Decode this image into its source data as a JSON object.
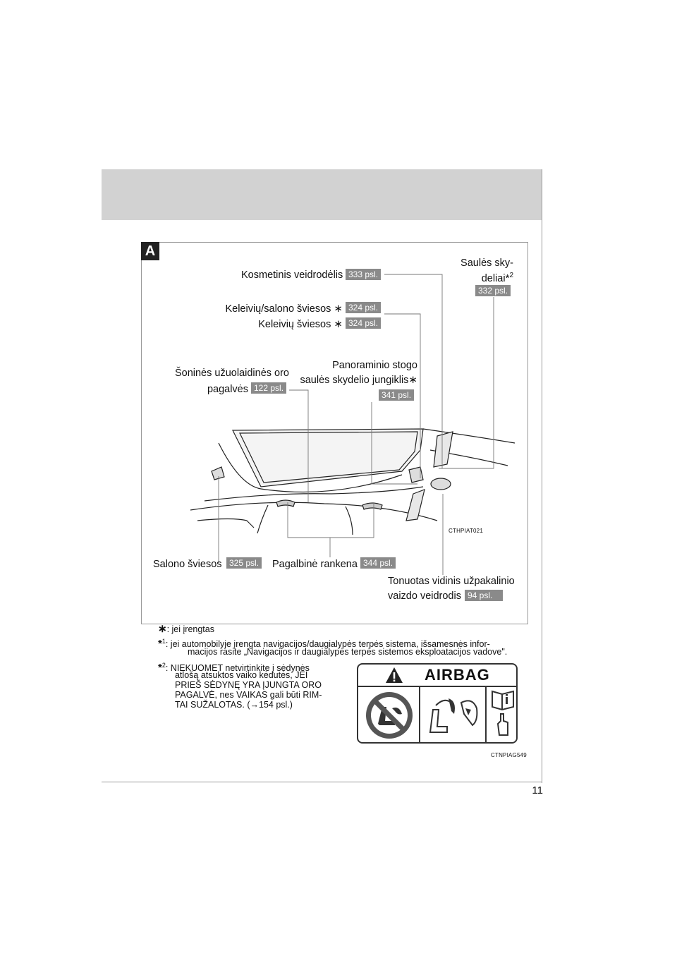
{
  "page": {
    "number": "11"
  },
  "figure": {
    "section_letter": "A",
    "code": "CTHPIAT021",
    "callouts": {
      "vanity_mirror": {
        "label": "Kosmetinis veidrodėlis",
        "ref": "333 psl."
      },
      "sun_visors": {
        "line1": "Saulės sky-",
        "line2": "deliai",
        "mark": "2",
        "ref": "332 psl."
      },
      "interior_lights": {
        "label": "Keleivių/salono šviesos",
        "ref": "324 psl."
      },
      "personal_lights": {
        "label": "Keleivių šviesos",
        "ref": "324 psl."
      },
      "curtain_airbags": {
        "line1": "Šoninės užuolaidinės oro",
        "line2": "pagalvės",
        "ref": "122 psl."
      },
      "moonroof_switch": {
        "line1": "Panoraminio stogo",
        "line2": "saulės skydelio jungiklis",
        "ref": "341 psl."
      },
      "cabin_lights": {
        "label": "Salono šviesos",
        "ref": "325 psl."
      },
      "assist_grip": {
        "label": "Pagalbinė rankena",
        "ref": "344 psl."
      },
      "rear_mirror": {
        "line1": "Tonuotas vidinis užpakalinio",
        "line2": "vaizdo veidrodis",
        "ref": "94 psl."
      }
    }
  },
  "footnotes": {
    "star": {
      "mark": "∗",
      "text": ": jei įrengtas"
    },
    "n1": {
      "sup": "1",
      "line1": ": jei automobilyje įrengta navigacijos/daugialypės terpės sistema, išsamesnės infor-",
      "line2": "macijos rasite „Navigacijos ir daugialypės terpės sistemos eksploatacijos vadove\"."
    },
    "n2": {
      "sup": "2",
      "lines": [
        ": NIEKUOMET netvirtinkite į sėdynės",
        "atlošą atsuktos vaiko kėdutės, JEI",
        "PRIEŠ SĖDYNĘ YRA ĮJUNGTA ORO",
        "PAGALVĖ, nes VAIKAS gali būti RIM-",
        "TAI SUŽALOTAS. (→154 psl.)"
      ]
    }
  },
  "airbag_label": {
    "title": "AIRBAG",
    "code": "CTNPIAG549"
  }
}
